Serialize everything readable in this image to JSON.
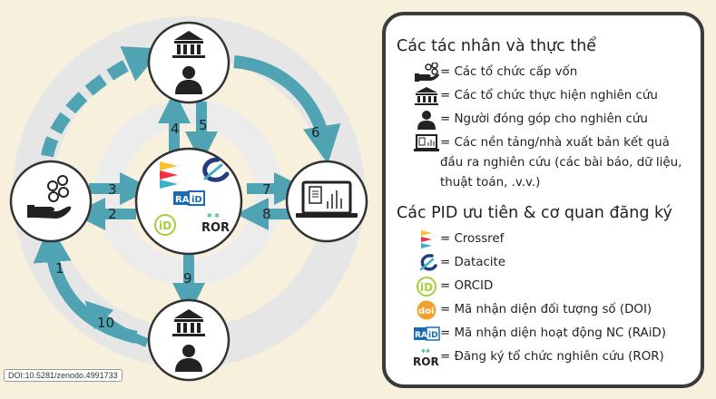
{
  "diagram": {
    "numbers": [
      "1",
      "2",
      "3",
      "4",
      "5",
      "6",
      "7",
      "8",
      "9",
      "10"
    ],
    "center_logos": {
      "raid_ra": "RA",
      "raid_id": "iD",
      "ror": "ROR"
    }
  },
  "doi_label": "DOI:10.5281/zenodo.4991733",
  "legend": {
    "actors_title": "Các tác nhân và thực thể",
    "actors": [
      {
        "icon": "funder-icon",
        "text": "= Các tổ chức cấp vốn"
      },
      {
        "icon": "institution-icon",
        "text": "= Các tổ chức thực hiện nghiên cứu"
      },
      {
        "icon": "person-icon",
        "text": "= Người đóng góp cho nghiên cứu"
      },
      {
        "icon": "platform-icon",
        "text": "= Các nền tảng/nhà xuất bản kết quả đầu ra nghiên cứu (các bài báo, dữ liệu, thuật toán, .v.v.)"
      }
    ],
    "pids_title": "Các PID ưu tiên & cơ quan đăng ký",
    "pids": [
      {
        "icon": "crossref-icon",
        "text": "= Crossref"
      },
      {
        "icon": "datacite-icon",
        "text": "= Datacite"
      },
      {
        "icon": "orcid-icon",
        "text": "= ORCID"
      },
      {
        "icon": "doi-icon",
        "text": "= Mã nhận diện đối tượng số (DOI)"
      },
      {
        "icon": "raid-icon",
        "text": "= Mã nhận diện hoạt động NC (RAiD)"
      },
      {
        "icon": "ror-icon",
        "text": "= Đăng ký tổ chức nghiên cứu (ROR)"
      }
    ],
    "icon_text": {
      "doi": "doi",
      "raid_ra": "RA",
      "raid_id": "iD",
      "ror": "ROR",
      "orcid": "iD"
    }
  },
  "colors": {
    "teal": "#4fa3b3",
    "teal_dark": "#2f7f92",
    "ring": "#e6e6e6",
    "crossref_yellow": "#f9c12e",
    "crossref_red": "#ef3340",
    "crossref_teal": "#3eb1c8",
    "datacite_blue": "#243b80",
    "orcid_green": "#a6ce39",
    "doi_orange": "#f0a12b",
    "raid_blue": "#1a6bb5",
    "ror_teal": "#53baa1"
  }
}
